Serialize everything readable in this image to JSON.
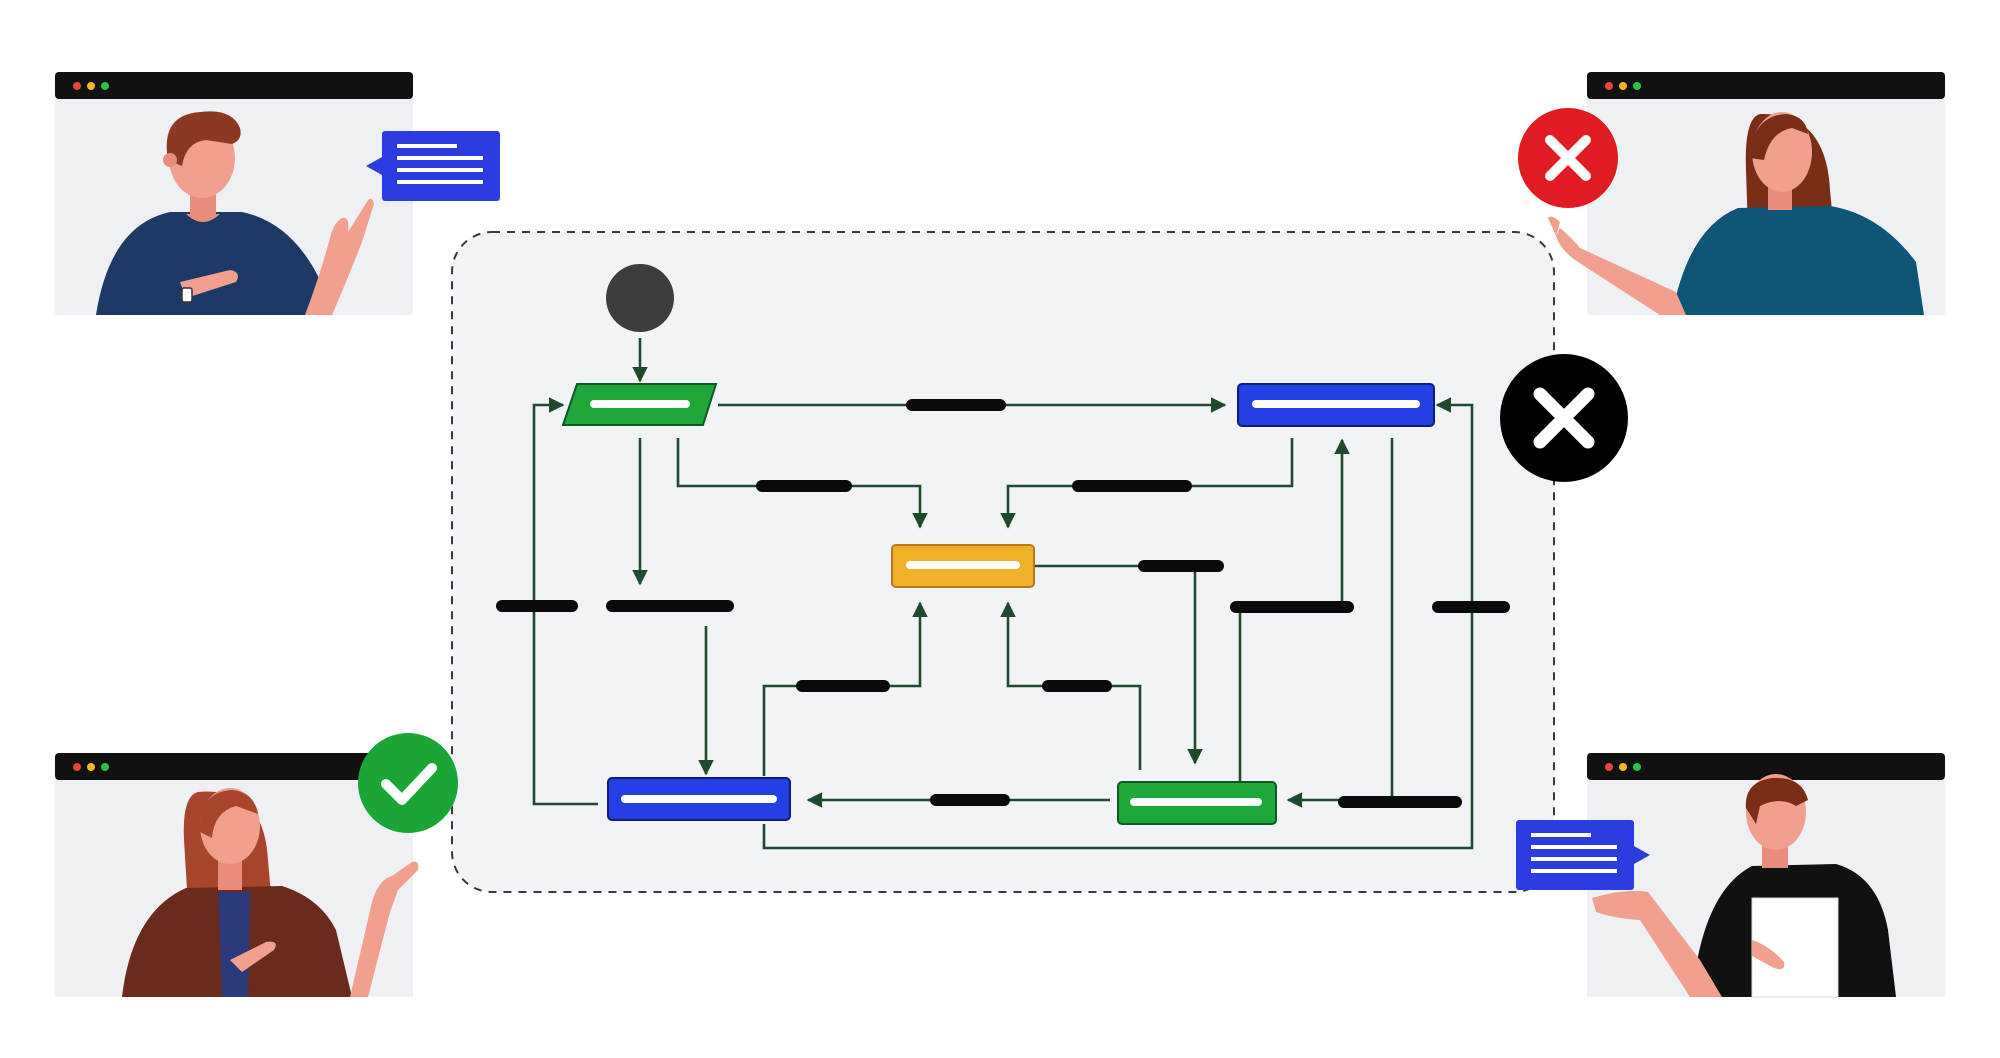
{
  "colors": {
    "background": "#ffffff",
    "panel_fill": "#f1f3f6",
    "panel_border": "#3a3a3a",
    "edge": "#1f4a2c",
    "label_bar": "#0a0a0a",
    "start_node": "#3d3d3d",
    "green_state": "#1ea83a",
    "blue_state": "#2340e6",
    "yellow_state": "#f0b02a",
    "error_red": "#e11b22",
    "success_green": "#1aa637",
    "black_badge": "#000000",
    "chat_bubble": "#2b3de0",
    "window_bar": "#111111"
  },
  "diagram": {
    "kind": "state-machine",
    "start": "start-node",
    "states": [
      {
        "id": "s1",
        "shape": "parallelogram",
        "color": "green"
      },
      {
        "id": "s2",
        "shape": "rectangle",
        "color": "blue"
      },
      {
        "id": "s3",
        "shape": "rectangle",
        "color": "yellow"
      },
      {
        "id": "s4",
        "shape": "rectangle",
        "color": "blue"
      },
      {
        "id": "s5",
        "shape": "rectangle",
        "color": "green"
      }
    ],
    "transitions": [
      {
        "from": "start",
        "to": "s1"
      },
      {
        "from": "s1",
        "to": "s2"
      },
      {
        "from": "s1",
        "to": "s3"
      },
      {
        "from": "s2",
        "to": "s3"
      },
      {
        "from": "s1",
        "to": "s4"
      },
      {
        "from": "s4",
        "to": "s1"
      },
      {
        "from": "s3",
        "to": "s5"
      },
      {
        "from": "s5",
        "to": "s2"
      },
      {
        "from": "s4",
        "to": "s3"
      },
      {
        "from": "s5",
        "to": "s3"
      },
      {
        "from": "s5",
        "to": "s4"
      },
      {
        "from": "s2",
        "to": "s5"
      },
      {
        "from": "s4",
        "to": "s2"
      }
    ]
  },
  "participants": [
    {
      "id": "top-left",
      "badge": "chat-bubble-icon"
    },
    {
      "id": "top-right",
      "badge": "error-x-icon"
    },
    {
      "id": "bottom-left",
      "badge": "checkmark-icon"
    },
    {
      "id": "bottom-right",
      "badge": "chat-bubble-icon"
    }
  ]
}
